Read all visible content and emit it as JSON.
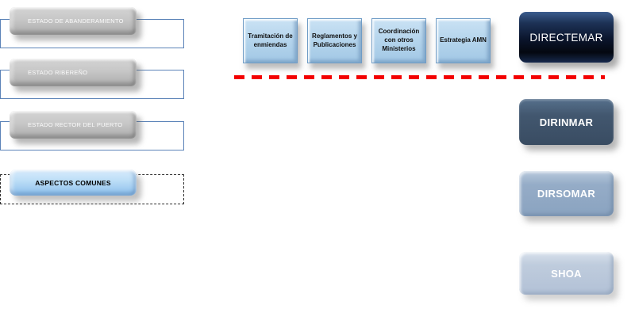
{
  "diagram": {
    "left_panel": {
      "rows": [
        {
          "label": "ESTADO DE ABANDERAMIENTO",
          "style": "gray-button-over-blue-outline"
        },
        {
          "label": "ESTADO RIBEREÑO",
          "style": "gray-button-over-blue-outline"
        },
        {
          "label": "ESTADO RECTOR DEL PUERTO",
          "style": "gray-button-over-blue-outline"
        },
        {
          "label": "ASPECTOS COMUNES",
          "style": "blue-button-over-dashed-outline"
        }
      ]
    },
    "process_boxes": [
      {
        "label": "Tramitación de enmiendas"
      },
      {
        "label": "Reglamentos y Publicaciones"
      },
      {
        "label": "Coordinación con otros Ministerios"
      },
      {
        "label": "Estrategia AMN"
      }
    ],
    "divider": {
      "style": "red-dashed-horizontal-line",
      "color": "#f30000"
    },
    "org_boxes": [
      {
        "label": "DIRECTEMAR",
        "tone": "navy-dark"
      },
      {
        "label": "DIRINMAR",
        "tone": "slate-dark"
      },
      {
        "label": "DIRSOMAR",
        "tone": "slate-medium"
      },
      {
        "label": "SHOA",
        "tone": "slate-light"
      }
    ],
    "colors": {
      "outline_blue": "#5b83b8",
      "process_fill_blue": "#b4d4ec",
      "highlight_fill_blue": "#9ecaf0",
      "gray_fill": "#c0c0c0",
      "red_divider": "#f30000",
      "org_navy": "#0d1830",
      "org_slate_dark": "#42576f",
      "org_slate_medium": "#8fa7c3",
      "org_slate_light": "#b7c6d9"
    }
  }
}
